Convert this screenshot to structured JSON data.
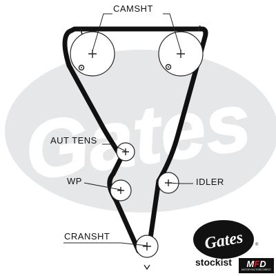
{
  "labels": {
    "camshaft": "CAMSHT",
    "auto_tensioner": "AUT TENS",
    "water_pump": "WP",
    "idler": "IDLER",
    "crankshaft": "CRANSHT"
  },
  "watermark": {
    "text": "Gates",
    "color": "#e6e7e9"
  },
  "logo": {
    "brand": "Gates",
    "stockist_text": "stockist",
    "badge_letters": {
      "m": "M",
      "f": "F",
      "d": "D"
    },
    "badge_subtitle": "MOTOR FACTORS DIRECT",
    "badge_accent_color": "#e3161b"
  },
  "colors": {
    "belt": "#111111",
    "lines": "#222222",
    "pulley_fill": "#ffffff"
  }
}
